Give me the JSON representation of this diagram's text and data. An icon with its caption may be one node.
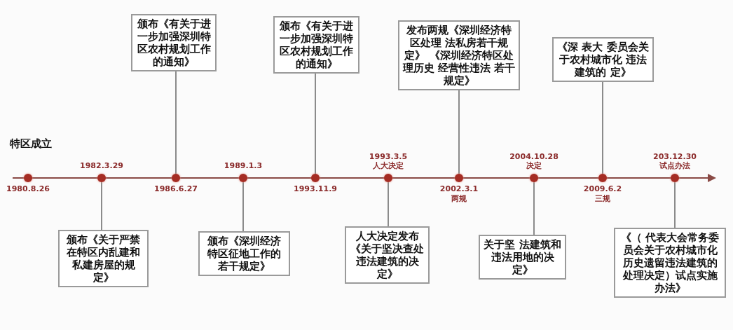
{
  "diagram": {
    "nodes": [
      {
        "text": [],
        "shape": "circle",
        "beside": [
          "特区成立",
          "1980.8.26"
        ]
      },
      {
        "text": [],
        "shape": "circle",
        "beside": [
          "1982.3.29"
        ]
      },
      {
        "text": [],
        "shape": "circle",
        "beside": [
          "1986.6.27"
        ]
      },
      {
        "text": [],
        "shape": "circle",
        "beside": [
          "1989.1.3"
        ]
      },
      {
        "text": [],
        "shape": "circle",
        "beside": [
          "1993.11.9"
        ]
      },
      {
        "text": [],
        "shape": "circle",
        "beside": [
          "1993.3.5",
          "人大决定"
        ]
      },
      {
        "text": [],
        "shape": "circle",
        "beside": [
          "2002.3.1",
          "两规"
        ]
      },
      {
        "text": [],
        "shape": "circle",
        "beside": [
          "2004.10.28",
          "决定"
        ]
      },
      {
        "text": [],
        "shape": "circle",
        "beside": [
          "2009.6.2",
          "三规"
        ]
      },
      {
        "text": [],
        "shape": "circle",
        "beside": [
          "203.12.30",
          "试点办法"
        ]
      },
      {
        "text": [
          "颁布《关于严禁在特区内乱建和私建房屋的规定》"
        ]
      },
      {
        "text": [
          "颁布《有关于进一步加强深圳特区农村规划工作的通知》"
        ]
      },
      {
        "text": [
          "颁布《深圳经济特区征地工作的若干规定》"
        ]
      },
      {
        "text": [
          "颁布《有关于进一步加强深圳特区农村规划工作的通知》"
        ]
      },
      {
        "text": [
          "人大决定发布《关于坚决查处违法建筑的决定》"
        ]
      },
      {
        "text": [
          "发布两规《深圳经济特区处理 法私房若干规定》 《深圳经济特区处理历史 经营性违法 若干规定》"
        ]
      },
      {
        "text": [
          "关于坚 法建筑和违法用地的决定》"
        ]
      },
      {
        "text": [
          "《深 表大 委员会关于农村城市化 违法建筑的 定》"
        ]
      },
      {
        "text": [
          "《（ 代表大会常务委员会关于农村城市化历史遗留违法建筑的处理决定）试点实施办法》"
        ]
      }
    ],
    "edges": [
      {
        "from": 1,
        "to": 10,
        "arrow": "none"
      },
      {
        "from": 2,
        "to": 11,
        "arrow": "none"
      },
      {
        "from": 3,
        "to": 12,
        "arrow": "none"
      },
      {
        "from": 4,
        "to": 13,
        "arrow": "none"
      },
      {
        "from": 5,
        "to": 14,
        "arrow": "none"
      },
      {
        "from": 6,
        "to": 15,
        "arrow": "none"
      },
      {
        "from": 7,
        "to": 16,
        "arrow": "none"
      },
      {
        "from": 8,
        "to": 17,
        "arrow": "none"
      },
      {
        "from": 9,
        "to": 18,
        "arrow": "none"
      }
    ]
  }
}
